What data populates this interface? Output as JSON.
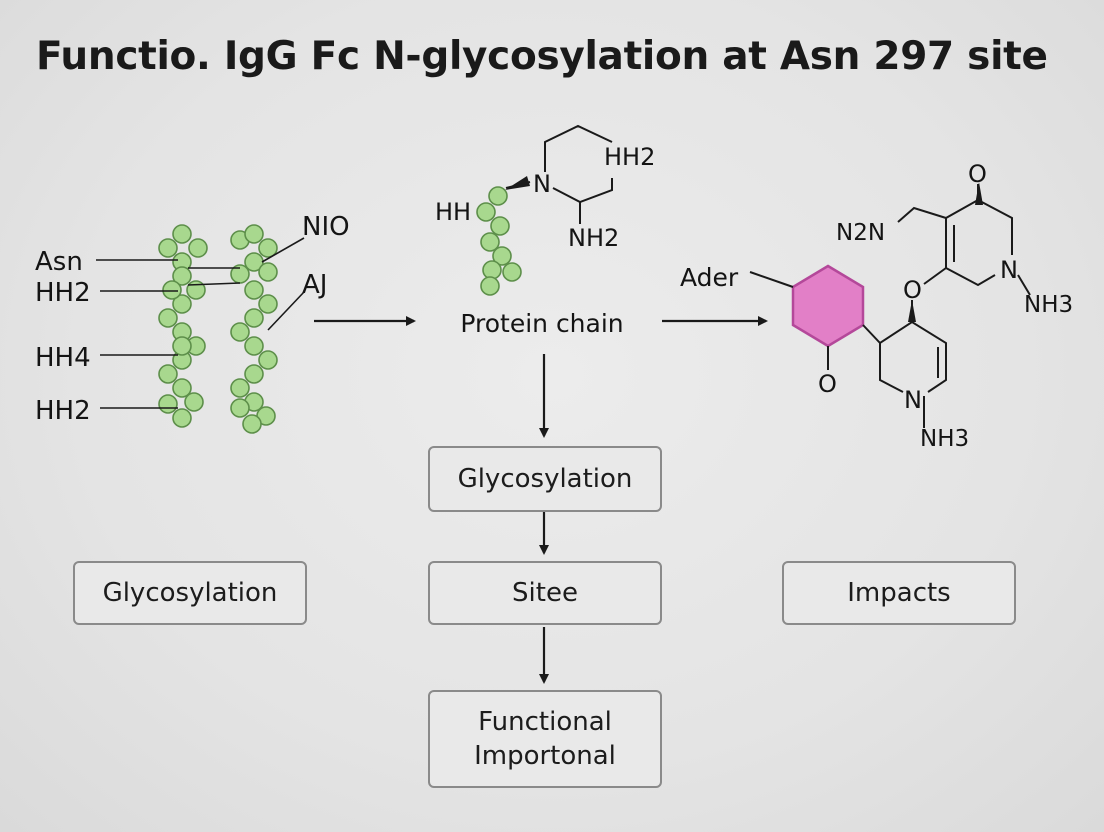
{
  "title": "Functio. IgG Fc N-glycosylation at Asn 297 site",
  "left_labels": {
    "asn": "Asn",
    "hh2_top": "HH2",
    "hh4": "HH4",
    "hh2_bottom": "HH2",
    "nio": "NIO",
    "aj": "AJ"
  },
  "center_molecule": {
    "hh": "HH",
    "n": "N",
    "hh2": "HH2",
    "nh2": "NH2"
  },
  "center_label": "Protein chain",
  "right_molecule": {
    "ader": "Ader",
    "n2n": "N2N",
    "o_top": "O",
    "o_mid": "O",
    "o_low": "O",
    "n_upper": "N",
    "nh3_upper": "NH3",
    "n_lower": "N",
    "nh3_lower": "NH3"
  },
  "boxes": {
    "glycosylation_center": "Glycosylation",
    "sitee": "Sitee",
    "functional_line1": "Functional",
    "functional_line2": "Importonal",
    "glycosylation_left": "Glycosylation",
    "impacts": "Impacts"
  },
  "colors": {
    "bead_fill": "#a8d88e",
    "bead_stroke": "#5d8f4a",
    "ring_fill": "#e27fc7",
    "ring_stroke": "#b4489a"
  }
}
